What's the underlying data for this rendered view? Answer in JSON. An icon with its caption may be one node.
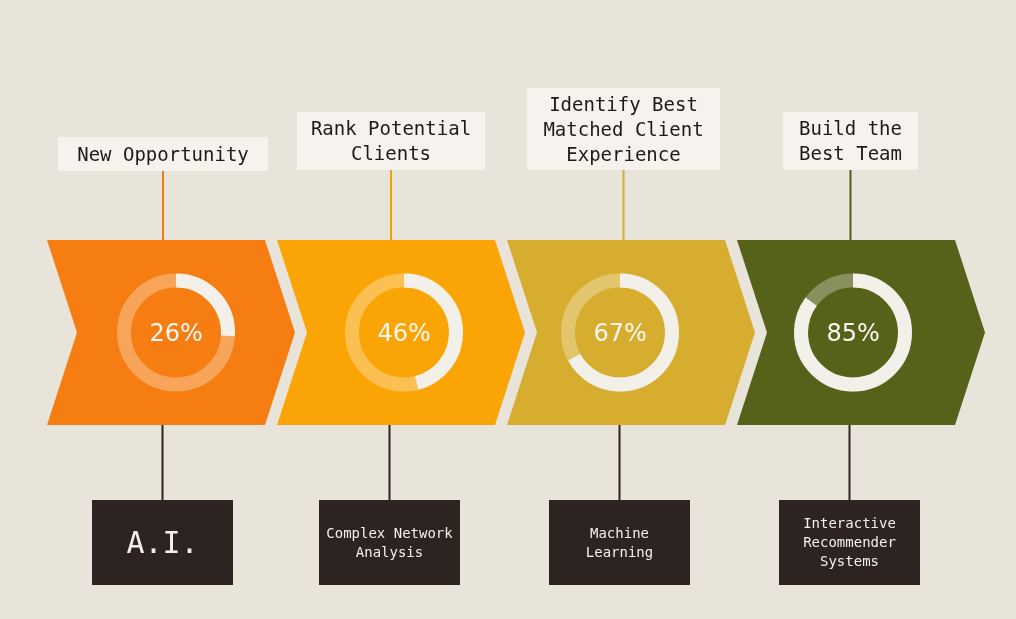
{
  "diagram": {
    "nodes": [
      {
        "text": [
          "New Opportunity"
        ]
      },
      {
        "text": [
          "26%"
        ]
      },
      {
        "text": [
          "A.I."
        ]
      },
      {
        "text": [
          "Rank Potential Clients"
        ]
      },
      {
        "text": [
          "46%"
        ]
      },
      {
        "text": [
          "Complex Network Analysis"
        ]
      },
      {
        "text": [
          "Identify Best Matched Client Experience"
        ]
      },
      {
        "text": [
          "67%"
        ]
      },
      {
        "text": [
          "Machine Learning"
        ]
      },
      {
        "text": [
          "Build the Best Team"
        ]
      },
      {
        "text": [
          "85%"
        ]
      },
      {
        "text": [
          "Interactive Recommender Systems"
        ]
      }
    ],
    "edges": [
      {
        "from": 0,
        "to": 1,
        "arrow": "none",
        "color": "#f07d14"
      },
      {
        "from": 1,
        "to": 2,
        "arrow": "none"
      },
      {
        "from": 3,
        "to": 4,
        "arrow": "none",
        "color": "#f2a20c"
      },
      {
        "from": 4,
        "to": 5,
        "arrow": "none"
      },
      {
        "from": 6,
        "to": 7,
        "arrow": "none",
        "color": "#d2ad38"
      },
      {
        "from": 7,
        "to": 8,
        "arrow": "none"
      },
      {
        "from": 9,
        "to": 10,
        "arrow": "none",
        "color": "#4f5a1c"
      },
      {
        "from": 10,
        "to": 11,
        "arrow": "none"
      }
    ]
  }
}
